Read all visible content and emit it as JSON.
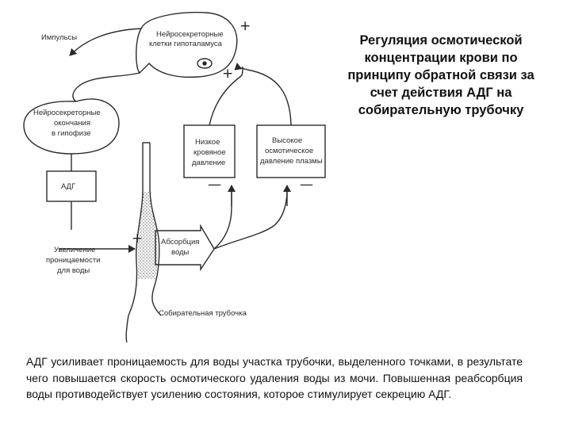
{
  "title": "Регуляция осмотической концентрации крови по принципу обратной связи за счет действия АДГ на собирательную трубочку",
  "caption": "АДГ усиливает проницаемость для воды участка трубочки, выделенного точками, в результате чего повышается скорость осмотического удаления воды из мочи. Повышенная реабсорбция воды противодействует усилению состояния, которое стимулирует секрецию АДГ.",
  "labels": {
    "impulses": "Импульсы",
    "neurosecretory_cells_1": "Нейросекреторные",
    "neurosecretory_cells_2": "клетки гипоталамуса",
    "neurosecretory_endings_1": "Нейросекреторные",
    "neurosecretory_endings_2": "окончания",
    "neurosecretory_endings_3": "в гипофизе",
    "adh": "АДГ",
    "low_pressure_1": "Низкое",
    "low_pressure_2": "кровяное",
    "low_pressure_3": "давление",
    "high_osmotic_1": "Высокое",
    "high_osmotic_2": "осмотическое",
    "high_osmotic_3": "давление плазмы",
    "permeability_1": "Увеличение",
    "permeability_2": "проницаемости",
    "permeability_3": "для воды",
    "absorption_1": "Абсорбция",
    "absorption_2": "воды",
    "collecting_duct": "Собирательная трубочка"
  },
  "signs": {
    "plus_top": "+",
    "plus_mid": "+",
    "plus_tube": "+",
    "minus_left": "—",
    "minus_right": "—"
  }
}
